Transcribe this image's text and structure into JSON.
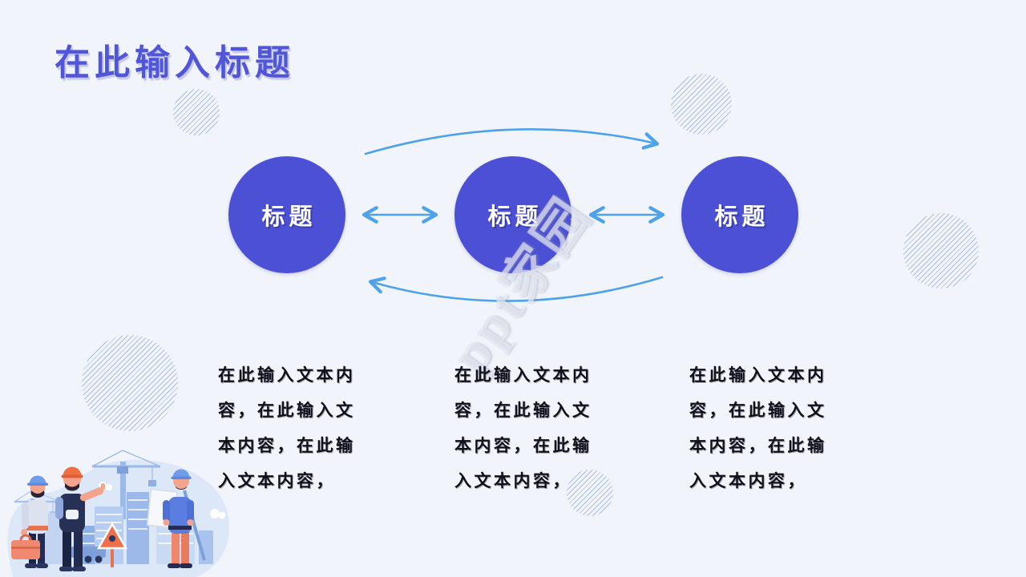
{
  "slide": {
    "title": "在此输入标题",
    "watermark": "ppt家园",
    "background_color": "#f1f4fa",
    "accent_purple": "#4b50d5",
    "title_color": "#5156d9",
    "arrow_blue": "#4da2ea",
    "body_text_color": "#10101c",
    "hatch_color": "#7a92c4"
  },
  "diagram": {
    "type": "cycle",
    "nodes": [
      {
        "label": "标题"
      },
      {
        "label": "标题"
      },
      {
        "label": "标题"
      }
    ],
    "connectors": [
      "curved-arrow-top-left-to-right",
      "double-arrow-node1-node2",
      "double-arrow-node2-node3",
      "curved-arrow-bottom-right-to-left"
    ]
  },
  "content": {
    "columns": [
      {
        "text": "在此输入文本内容，在此输入文本内容，在此输入文本内容，"
      },
      {
        "text": "在此输入文本内容，在此输入文本内容，在此输入文本内容，"
      },
      {
        "text": "在此输入文本内容，在此输入文本内容，在此输入文本内容，"
      }
    ]
  }
}
